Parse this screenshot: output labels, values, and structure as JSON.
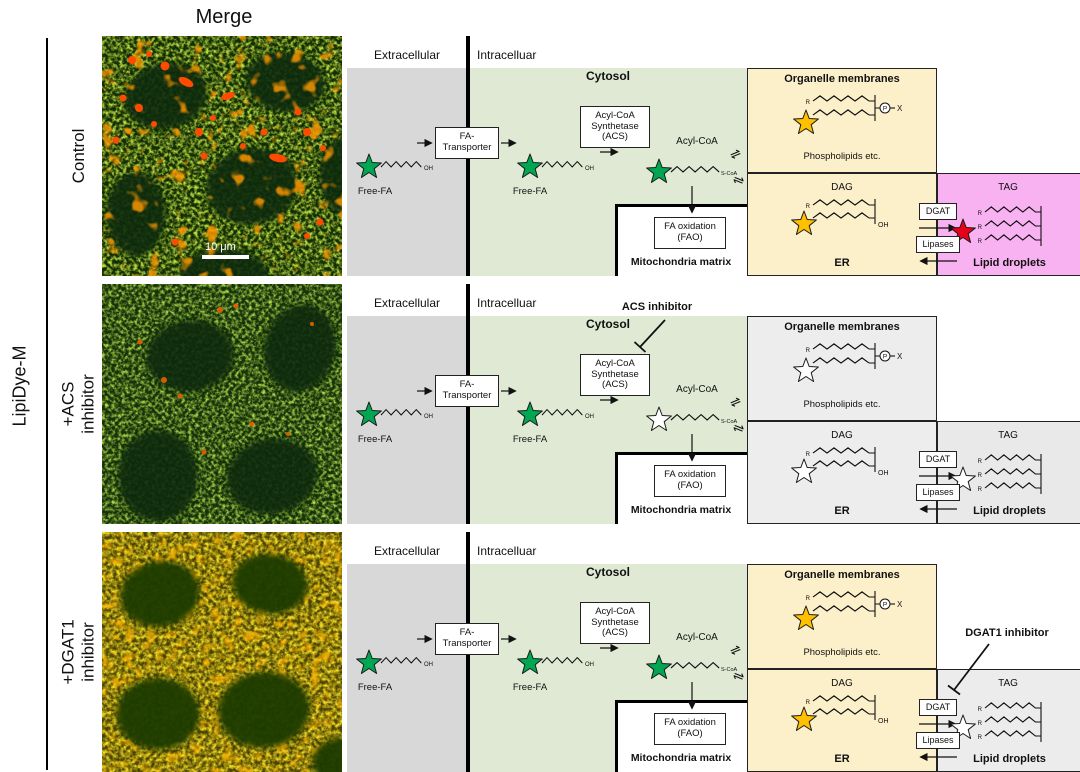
{
  "page": {
    "column_header": "Merge",
    "group_label": "LipiDye-M",
    "scale_bar_label": "10 μm"
  },
  "rows": [
    {
      "label": "Control",
      "colors": {
        "organelle_membranes": "#fbf0ca",
        "er": "#fbf0ca",
        "lipid_droplets": "#f8b1f1",
        "star_acyl_coa": "#00a651",
        "star_phospholipid": "#ffc000",
        "star_dag": "#ffc000",
        "star_tag": "#e8001b"
      },
      "show_acs_inhibitor": false,
      "show_dgat1_inhibitor": false
    },
    {
      "label": "+ACS\ninhibitor",
      "colors": {
        "organelle_membranes": "#ededed",
        "er": "#ededed",
        "lipid_droplets": "#e9e9e9",
        "star_acyl_coa": "#ffffff",
        "star_phospholipid": "#ffffff",
        "star_dag": "#ffffff",
        "star_tag": "#ffffff"
      },
      "show_acs_inhibitor": true,
      "show_dgat1_inhibitor": false
    },
    {
      "label": "+DGAT1\ninhibitor",
      "colors": {
        "organelle_membranes": "#fbf0ca",
        "er": "#fbf0ca",
        "lipid_droplets": "#ececec",
        "star_acyl_coa": "#00a651",
        "star_phospholipid": "#ffc000",
        "star_dag": "#ffc000",
        "star_tag": "#ffffff"
      },
      "show_acs_inhibitor": false,
      "show_dgat1_inhibitor": true
    }
  ],
  "diagram": {
    "extracellular": "Extracellular",
    "intracellular": "Intracelluar",
    "cytosol": "Cytosol",
    "free_fa": "Free-FA",
    "fa_transporter": "FA-\nTransporter",
    "acs_synthetase": "Acyl-CoA\nSynthetase\n(ACS)",
    "acyl_coa": "Acyl-CoA",
    "fa_oxidation": "FA oxidation\n(FAO)",
    "mitochondria_matrix": "Mitochondria matrix",
    "organelle_membranes": "Organelle membranes",
    "phospholipids": "Phospholipids etc.",
    "dag": "DAG",
    "tag": "TAG",
    "er": "ER",
    "dgat": "DGAT",
    "lipases": "Lipases",
    "lipid_droplets": "Lipid droplets",
    "acs_inhibitor": "ACS inhibitor",
    "dgat1_inhibitor": "DGAT1 inhibitor",
    "oh": "OH",
    "s_coa": "S-CoA",
    "chain_r": "R",
    "phosphate_p": "P",
    "head_x": "X",
    "equilibrium_icon": "⇌"
  },
  "colors": {
    "extracellular_bg": "#d8d8d8",
    "cytosol_bg": "#dfe9d3",
    "star_free_fa": "#00a651"
  }
}
